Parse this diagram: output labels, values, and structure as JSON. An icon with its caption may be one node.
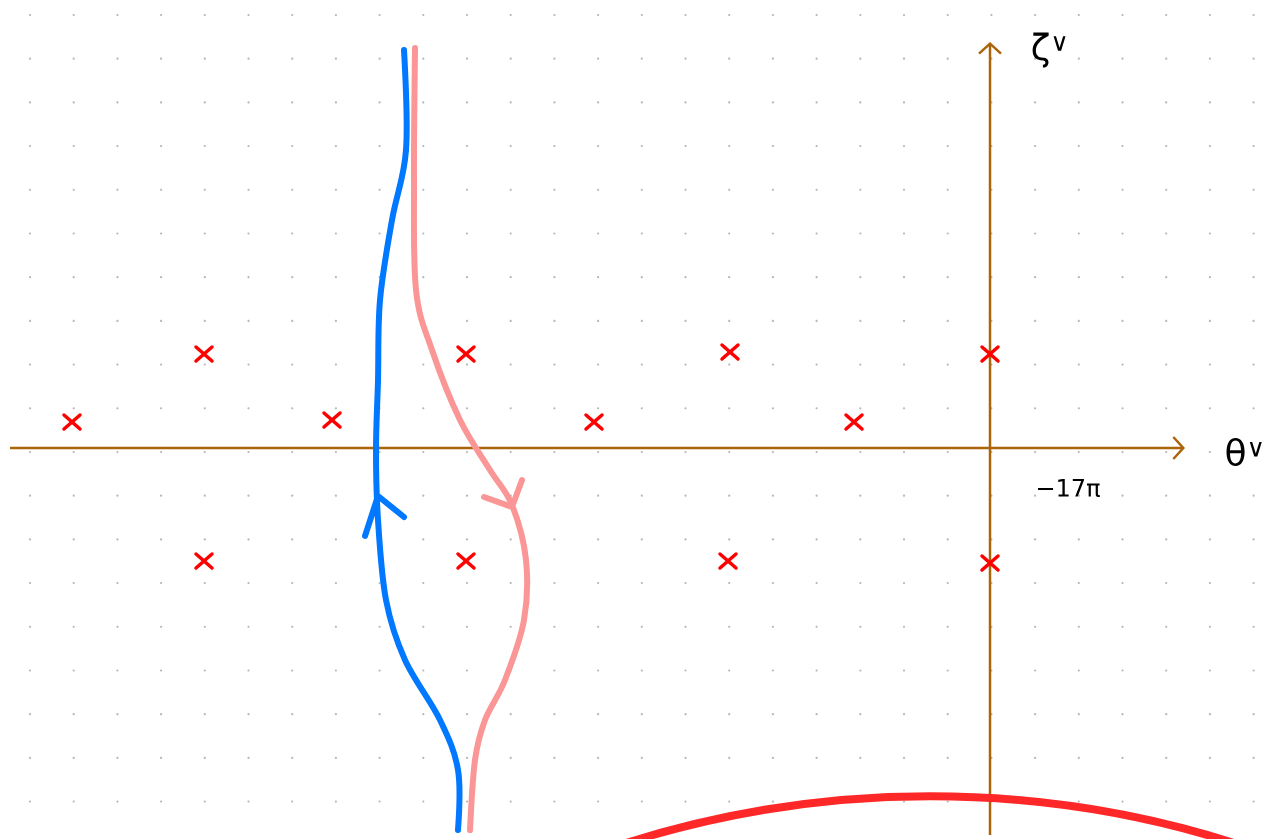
{
  "diagram": {
    "labels": [
      "ζ$^{∨}$",
      "θ$^{∨}$",
      "−17π"
    ]
  }
}
